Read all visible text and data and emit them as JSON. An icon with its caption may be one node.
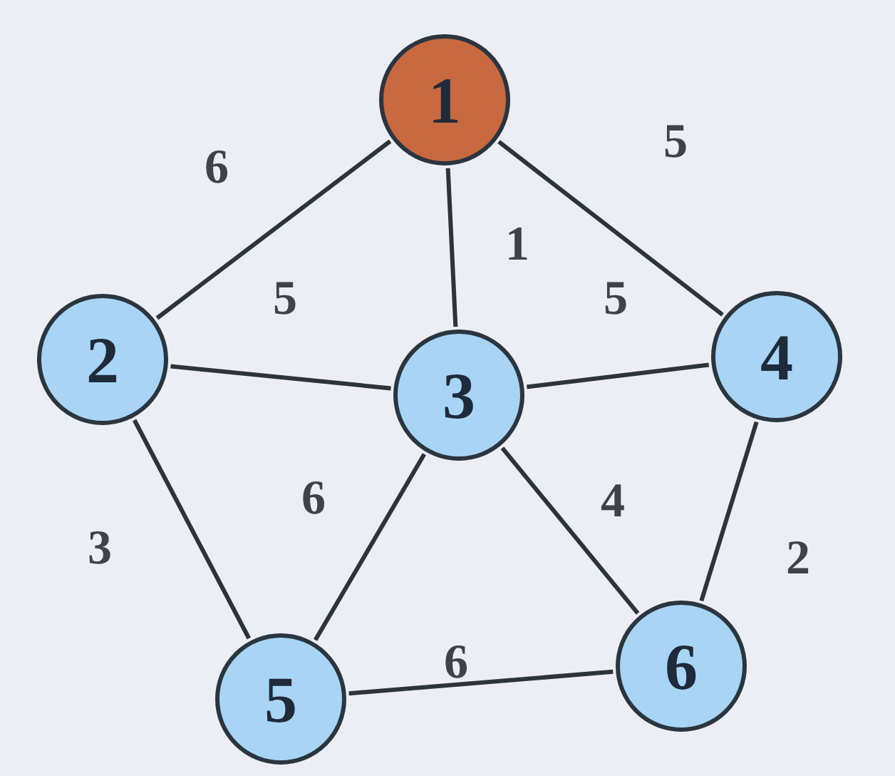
{
  "diagram": {
    "nodes": [
      {
        "text": [
          "1"
        ]
      },
      {
        "text": [
          "2"
        ]
      },
      {
        "text": [
          "3"
        ]
      },
      {
        "text": [
          "4"
        ]
      },
      {
        "text": [
          "5"
        ]
      },
      {
        "text": [
          "6"
        ]
      }
    ],
    "edges": [
      {
        "from": 0,
        "to": 1,
        "arrow": "none",
        "label": "6"
      },
      {
        "from": 0,
        "to": 2,
        "arrow": "none",
        "label": "1"
      },
      {
        "from": 0,
        "to": 3,
        "arrow": "none",
        "label": "5"
      },
      {
        "from": 1,
        "to": 2,
        "arrow": "none",
        "label": "5"
      },
      {
        "from": 2,
        "to": 3,
        "arrow": "none",
        "label": "5"
      },
      {
        "from": 1,
        "to": 4,
        "arrow": "none",
        "label": "3"
      },
      {
        "from": 2,
        "to": 4,
        "arrow": "none",
        "label": "6"
      },
      {
        "from": 2,
        "to": 5,
        "arrow": "none",
        "label": "4"
      },
      {
        "from": 3,
        "to": 5,
        "arrow": "none",
        "label": "2"
      },
      {
        "from": 4,
        "to": 5,
        "arrow": "none",
        "label": "6"
      }
    ]
  }
}
